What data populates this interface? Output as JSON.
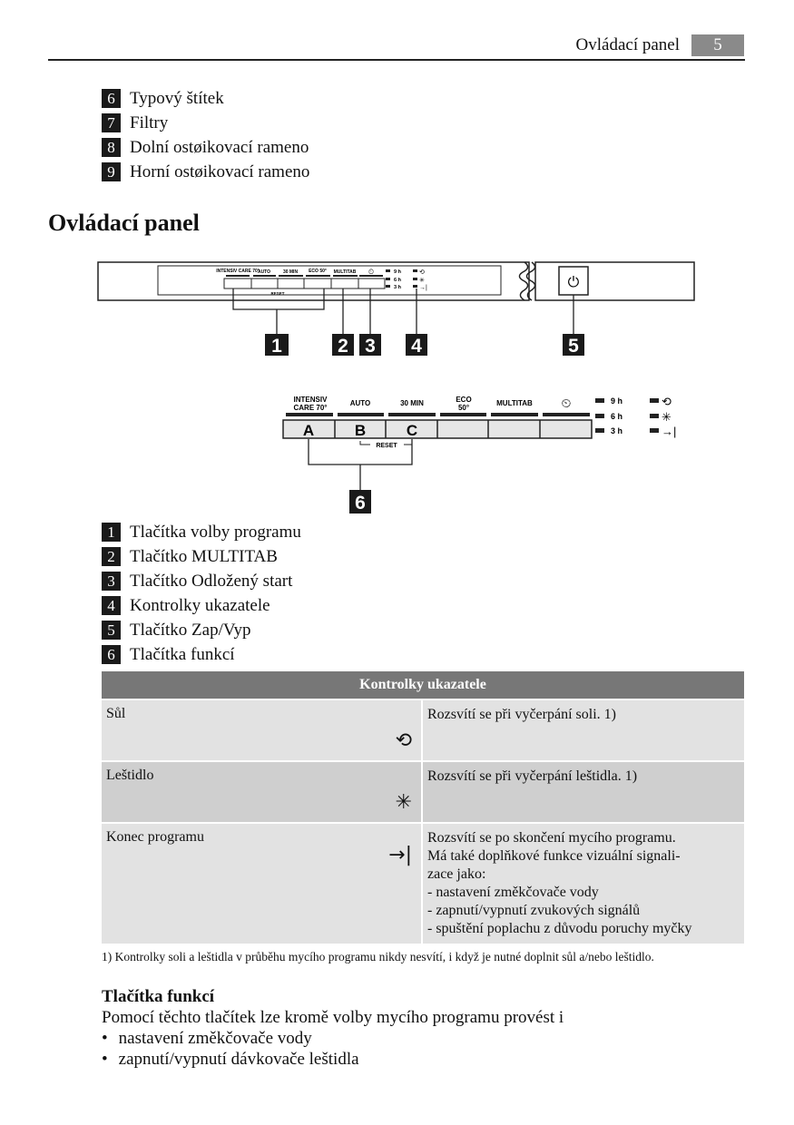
{
  "header": {
    "title": "Ovládací panel",
    "page_number": "5"
  },
  "parts_list": [
    {
      "num": "6",
      "label": "Typový štítek"
    },
    {
      "num": "7",
      "label": "Filtry"
    },
    {
      "num": "8",
      "label": "Dolní ostøikovací rameno"
    },
    {
      "num": "9",
      "label": "Horní ostøikovací rameno"
    }
  ],
  "section_title": "Ovládací panel",
  "panel_diagram": {
    "small_labels": [
      "INTENSIV CARE 70°",
      "AUTO",
      "30 MIN",
      "ECO 50°",
      "MULTITAB"
    ],
    "time_labels": [
      "9 h",
      "6 h",
      "3 h"
    ],
    "reset_label": "RESET",
    "callouts": [
      "1",
      "2",
      "3",
      "4",
      "5"
    ]
  },
  "detail_diagram": {
    "labels": [
      "INTENSIV CARE 70°",
      "AUTO",
      "30 MIN",
      "ECO 50°",
      "MULTITAB"
    ],
    "letters": [
      "A",
      "B",
      "C"
    ],
    "time_labels": [
      "9 h",
      "6 h",
      "3 h"
    ],
    "reset_label": "RESET",
    "callout": "6"
  },
  "legend_list": [
    {
      "num": "1",
      "label": "Tlačítka volby programu"
    },
    {
      "num": "2",
      "label": "Tlačítko MULTITAB"
    },
    {
      "num": "3",
      "label": "Tlačítko Odložený start"
    },
    {
      "num": "4",
      "label": "Kontrolky ukazatele"
    },
    {
      "num": "5",
      "label": "Tlačítko Zap/Vyp"
    },
    {
      "num": "6",
      "label": "Tlačítka funkcí"
    }
  ],
  "table": {
    "header": "Kontrolky ukazatele",
    "rows": [
      {
        "name": "Sůl",
        "icon": "salt-icon",
        "symbol": "⟲",
        "desc": [
          "Rozsvítí se při vyčerpání soli. 1)"
        ]
      },
      {
        "name": "Leštidlo",
        "icon": "rinse-aid-icon",
        "symbol": "✳",
        "desc": [
          "Rozsvítí se při vyčerpání leštidla. 1)"
        ]
      },
      {
        "name": "Konec programu",
        "icon": "end-of-program-icon",
        "symbol": "→|",
        "desc": [
          "Rozsvítí se po skončení mycího programu.",
          "Má také doplňkové funkce vizuální signali-",
          "zace jako:",
          "- nastavení změkčovače vody",
          "- zapnutí/vypnutí zvukových signálů",
          "- spuštění poplachu z důvodu poruchy myčky"
        ]
      }
    ]
  },
  "footnote": "1) Kontrolky soli a leštidla v průběhu mycího programu nikdy nesvítí, i když je nutné doplnit sůl a/nebo leštidlo.",
  "functions": {
    "title": "Tlačítka funkcí",
    "text": "Pomocí těchto tlačítek lze kromě volby mycího programu provést i",
    "bullets": [
      "nastavení změkčovače vody",
      "zapnutí/vypnutí dávkovače leštidla"
    ]
  }
}
